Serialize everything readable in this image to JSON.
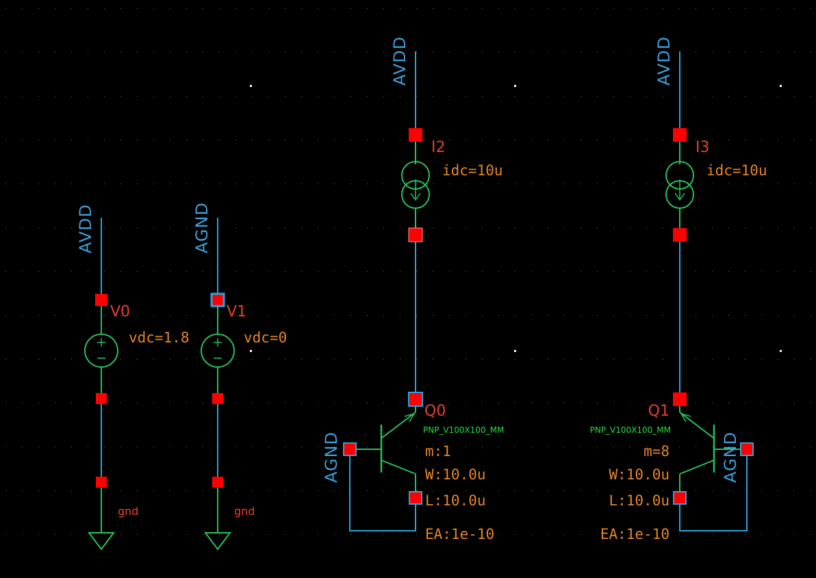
{
  "colors": {
    "background": "#000000",
    "wire": "#29a3dd",
    "net_label": "#3f9fd8",
    "symbol": "#27c25b",
    "pin": "#ff0000",
    "instance": "#e8412c",
    "param": "#e6862a",
    "model": "#22e041",
    "grid_dot": "#6e6e6e"
  },
  "sources": {
    "v0": {
      "instance": "V0",
      "param": "vdc=1.8",
      "top_net": "AVDD",
      "gnd": "gnd",
      "icon": "dc-voltage-source-icon"
    },
    "v1": {
      "instance": "V1",
      "param": "vdc=0",
      "top_net": "AGND",
      "gnd": "gnd",
      "icon": "dc-voltage-source-icon"
    },
    "i2": {
      "instance": "I2",
      "param": "idc=10u",
      "top_net": "AVDD",
      "icon": "dc-current-source-icon"
    },
    "i3": {
      "instance": "I3",
      "param": "idc=10u",
      "top_net": "AVDD",
      "icon": "dc-current-source-icon"
    }
  },
  "transistors": {
    "q0": {
      "instance": "Q0",
      "model": "PNP_V100X100_MM",
      "m": "m:1",
      "w": "W:10.0u",
      "l": "L:10.0u",
      "ea": "EA:1e-10",
      "base_net": "AGND",
      "icon": "pnp-bjt-icon"
    },
    "q1": {
      "instance": "Q1",
      "model": "PNP_V100X100_MM",
      "m": "m=8",
      "w": "W:10.0u",
      "l": "L:10.0u",
      "ea": "EA:1e-10",
      "base_net": "AGND",
      "icon": "pnp-bjt-icon"
    }
  }
}
